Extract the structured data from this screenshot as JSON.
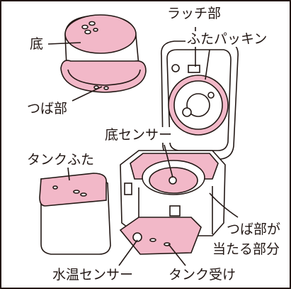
{
  "labels": {
    "bottom": "底",
    "latch": "ラッチ部",
    "lid_packing": "ふたパッキン",
    "flange_top": "つば部",
    "bottom_sensor": "底センサー",
    "tank_lid": "タンクふた",
    "flange_contact_line1": "つば部が",
    "flange_contact_line2": "当たる部分",
    "water_temp_sensor": "水温センサー",
    "tank_receiver": "タンク受け"
  },
  "colors": {
    "highlight_pink": "#f2b8c8",
    "line": "#231815",
    "frame": "#231815"
  }
}
